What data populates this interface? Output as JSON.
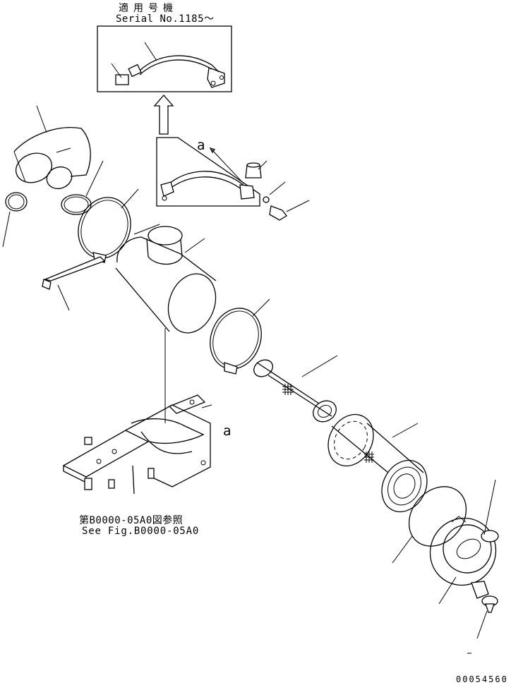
{
  "applicability": {
    "title": "適用号機",
    "serial": "Serial No.1185～"
  },
  "view_marker": {
    "label_top": "a",
    "label_bottom": "a"
  },
  "reference": {
    "japanese": "第B0000-05A0図参照",
    "english": "See Fig.B0000-05A0"
  },
  "document_number": "00054560",
  "icons": {
    "inset_arrow": "up-arrow-icon"
  }
}
